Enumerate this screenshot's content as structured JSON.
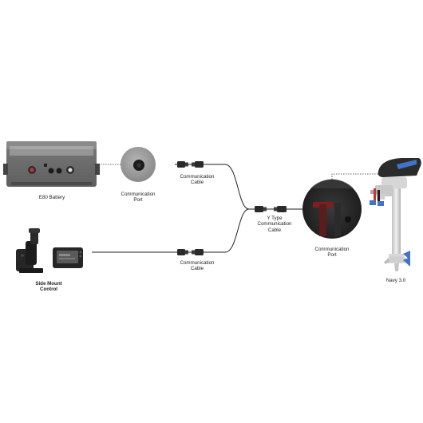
{
  "labels": {
    "battery": "E80 Battery",
    "comm_port_left_1": "Communication",
    "comm_port_left_2": "Port",
    "cable_top_1": "Communication",
    "cable_top_2": "Cable",
    "y_cable_1": "Y Type",
    "y_cable_2": "Communication",
    "y_cable_3": "Cable",
    "comm_port_right_1": "Communication",
    "comm_port_right_2": "Port",
    "cable_bottom_1": "Communication",
    "cable_bottom_2": "Cable",
    "side_mount_1": "Side Mount",
    "side_mount_2": "Control",
    "motor": "Navy 3.0"
  },
  "colors": {
    "background": "#ffffff",
    "battery_body": "#6c6c6c",
    "port_disc": "#9a9a9a",
    "cable": "#2a2a2a",
    "motor_accent": "#3f74c9",
    "motor_body": "#dcdcdc"
  },
  "icons": {
    "battery": "battery-icon",
    "port": "port-icon",
    "connector": "connector-icon",
    "motor": "outboard-motor-icon",
    "control": "throttle-control-icon",
    "display": "display-icon"
  }
}
